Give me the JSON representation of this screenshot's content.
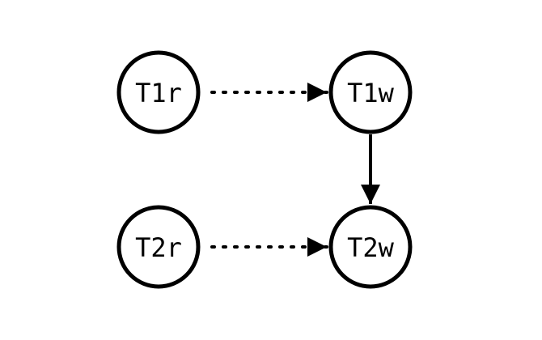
{
  "diagram": {
    "nodes": [
      {
        "id": "t1r",
        "label": "T1r"
      },
      {
        "id": "t1w",
        "label": "T1w"
      },
      {
        "id": "t2r",
        "label": "T2r"
      },
      {
        "id": "t2w",
        "label": "T2w"
      }
    ],
    "edges": [
      {
        "from": "t1r",
        "to": "t1w",
        "style": "dotted"
      },
      {
        "from": "t1w",
        "to": "t2w",
        "style": "solid"
      },
      {
        "from": "t2r",
        "to": "t2w",
        "style": "dotted"
      }
    ],
    "colors": {
      "stroke": "#000000",
      "background": "#ffffff"
    }
  }
}
